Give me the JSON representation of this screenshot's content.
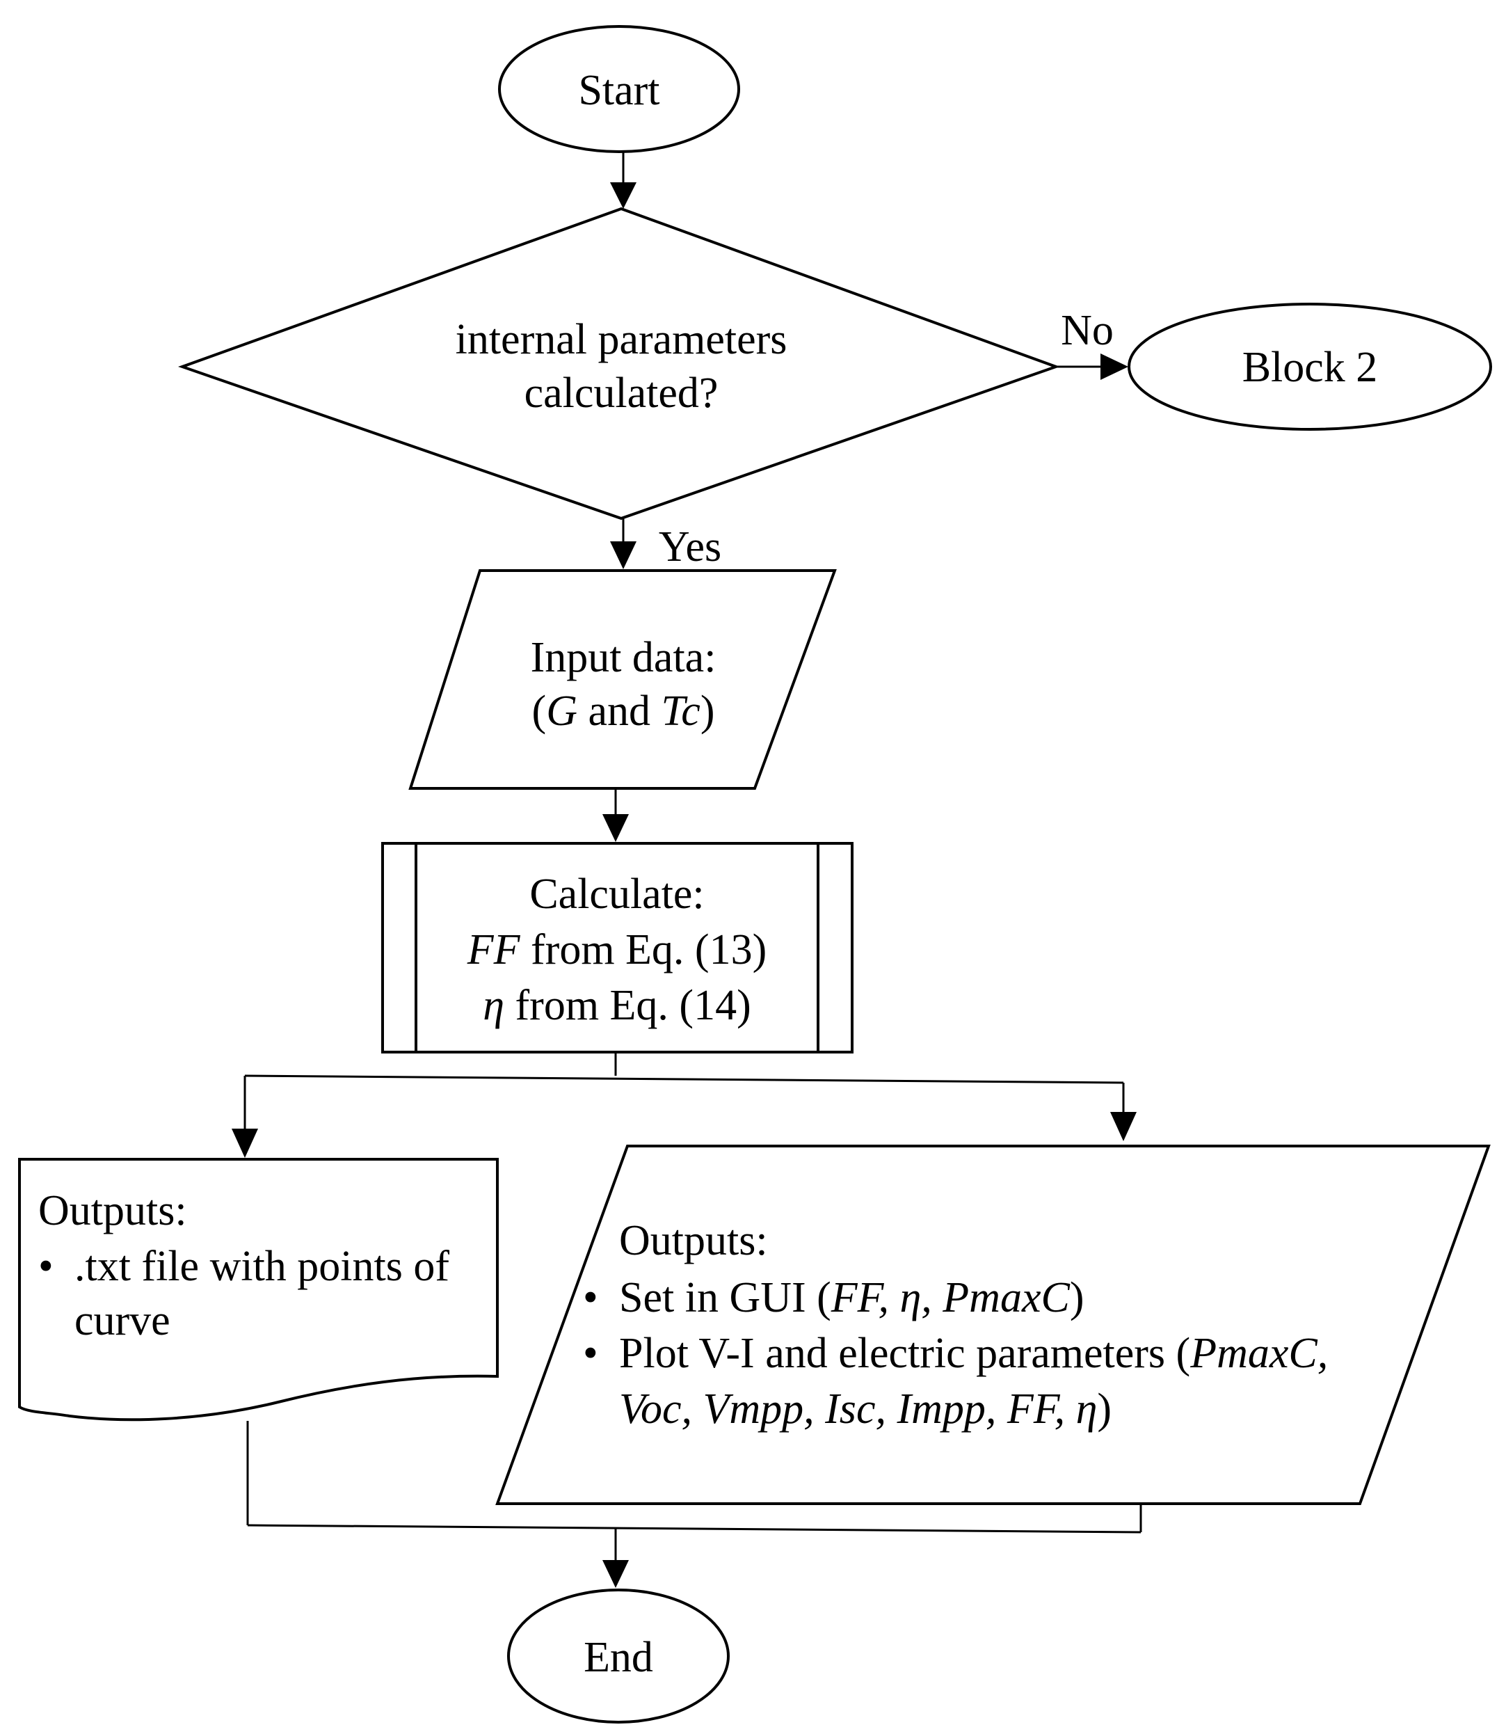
{
  "flowchart": {
    "start": {
      "label": "Start"
    },
    "decision": {
      "line1": "internal parameters",
      "line2": "calculated?"
    },
    "no_label": "No",
    "yes_label": "Yes",
    "block2": {
      "label": "Block 2"
    },
    "input": {
      "line1": "Input data:",
      "line2_open": "(",
      "line2_g": "G",
      "line2_and": " and ",
      "line2_tc": "Tc",
      "line2_close": ")"
    },
    "process": {
      "title": "Calculate:",
      "ff_symbol": "FF",
      "ff_text": " from Eq. (13)",
      "eta_symbol": "η",
      "eta_text": " from Eq. (14)"
    },
    "output_file": {
      "title": "Outputs:",
      "bullet": "•",
      "line1": ".txt file with points of",
      "line2": "curve"
    },
    "output_gui": {
      "title": "Outputs:",
      "bullet": "•",
      "item1_prefix": "Set in GUI (",
      "item1_vars": "FF, η, PmaxC",
      "item1_suffix": ")",
      "item2_prefix": "Plot V-I and electric parameters (",
      "item2_vars1": "PmaxC,",
      "item2_vars2": "Voc, Vmpp, Isc, Impp, FF, η",
      "item2_suffix": ")"
    },
    "end": {
      "label": "End"
    }
  }
}
